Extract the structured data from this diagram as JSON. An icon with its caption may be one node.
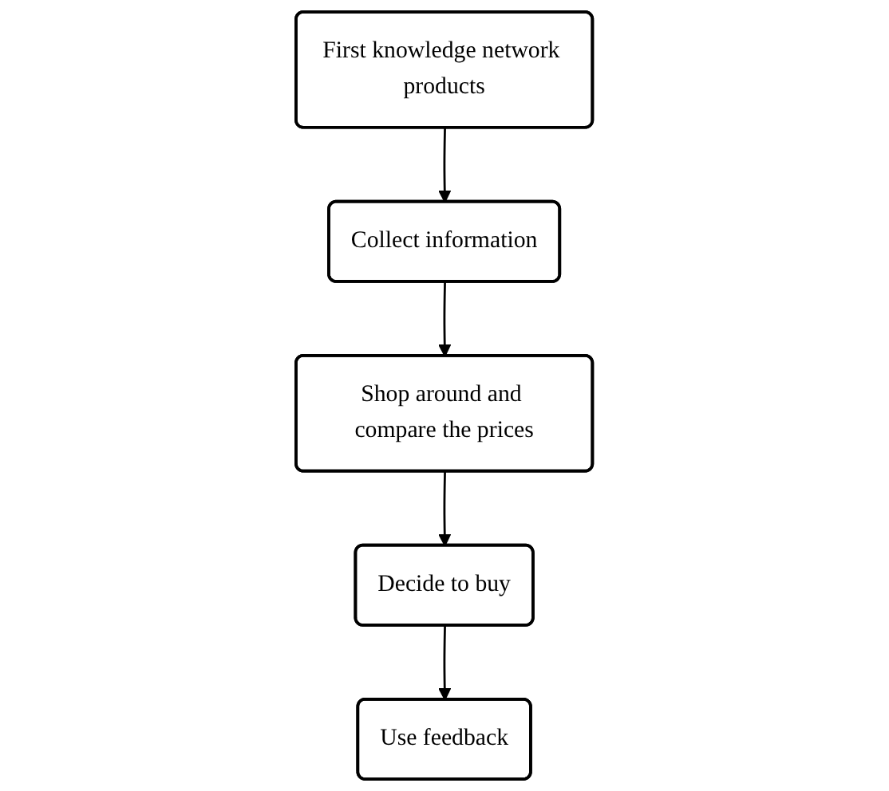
{
  "diagram": {
    "nodes": [
      {
        "text": [
          "First knowledge network products"
        ]
      },
      {
        "text": [
          "Collect information"
        ]
      },
      {
        "text": [
          "Shop around and compare the prices"
        ]
      },
      {
        "text": [
          "Decide to buy"
        ]
      },
      {
        "text": [
          "Use feedback"
        ]
      }
    ],
    "edges": [
      {
        "from": 0,
        "to": 1,
        "arrow": "to"
      },
      {
        "from": 1,
        "to": 2,
        "arrow": "to"
      },
      {
        "from": 2,
        "to": 3,
        "arrow": "to"
      },
      {
        "from": 3,
        "to": 4,
        "arrow": "to"
      }
    ]
  }
}
